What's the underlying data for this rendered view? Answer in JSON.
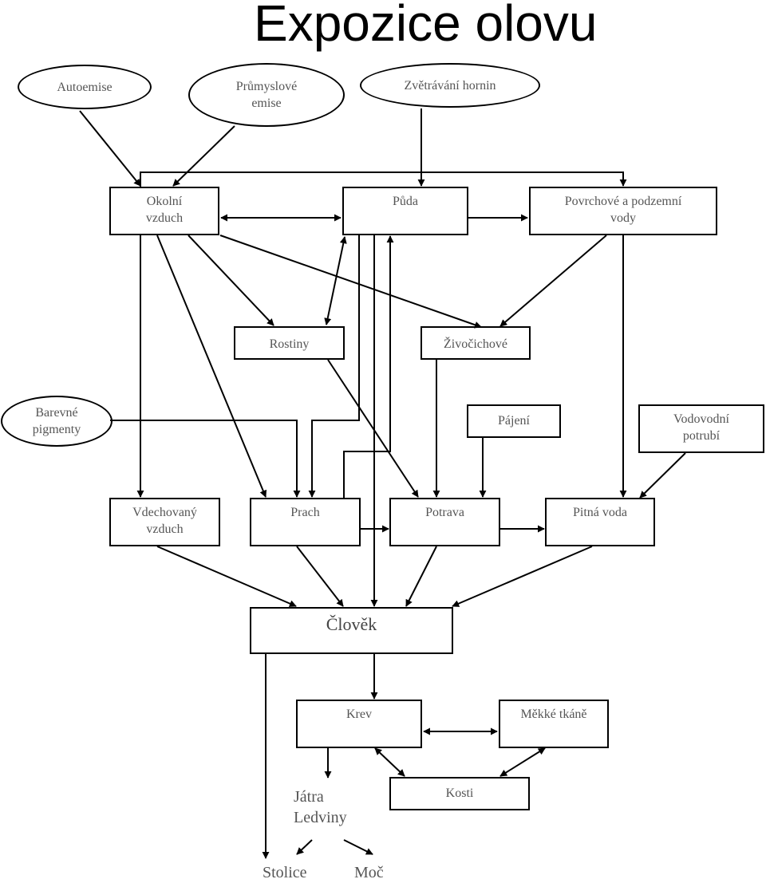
{
  "title": "Expozice olovu",
  "nodes": {
    "autoemise": "Autoemise",
    "prumyslove_emise": "Průmyslové\nemise",
    "zvetravani_hornin": "Zvětrávání hornin",
    "okolni_vzduch": "Okolní\nvzduch",
    "puda": "Půda",
    "povrchove_vody": "Povrchové a podzemní\nvody",
    "rostiny": "Rostiny",
    "zivocichove": "Živočichové",
    "barevne_pigmenty": "Barevné\npigmenty",
    "pajeni": "Pájení",
    "vodovodni_potrubi": "Vodovodní\npotrubí",
    "vdechovany_vzduch": "Vdechovaný\nvzduch",
    "prach": "Prach",
    "potrava": "Potrava",
    "pitna_voda": "Pitná voda",
    "clovek": "Člověk",
    "krev": "Krev",
    "mekke_tkane": "Měkké tkáně",
    "jatra_ledviny": "Játra\nLedviny",
    "kosti": "Kosti",
    "stolice": "Stolice",
    "moc": "Moč"
  }
}
